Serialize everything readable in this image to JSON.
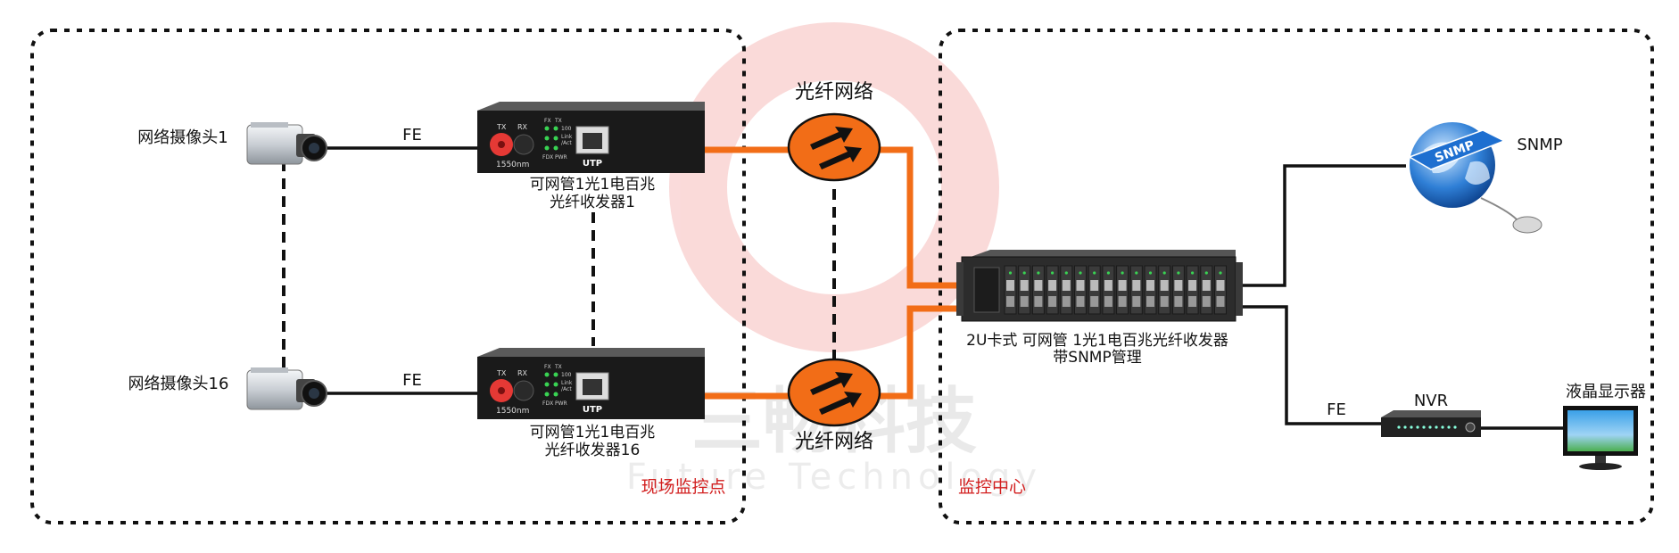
{
  "watermark": {
    "brand_text": "三畅科技",
    "sub_text": "Future Technology"
  },
  "zones": {
    "field": "现场监控点",
    "center": "监控中心"
  },
  "cameras": [
    {
      "label": "网络摄像头1",
      "link": "FE"
    },
    {
      "label": "网络摄像头16",
      "link": "FE"
    }
  ],
  "converters": [
    {
      "line1": "可网管1光1电百兆",
      "line2": "光纤收发器1",
      "port_tx": "TX",
      "port_rx": "RX",
      "wavelength": "1550nm",
      "utp": "UTP",
      "leds": [
        "FX",
        "TX",
        "100",
        "Link",
        "/Act",
        "FDX",
        "PWR"
      ]
    },
    {
      "line1": "可网管1光1电百兆",
      "line2": "光纤收发器16",
      "port_tx": "TX",
      "port_rx": "RX",
      "wavelength": "1550nm",
      "utp": "UTP",
      "leds": [
        "FX",
        "TX",
        "100",
        "Link",
        "/Act",
        "FDX",
        "PWR"
      ]
    }
  ],
  "networks": [
    {
      "label": "光纤网络"
    },
    {
      "label": "光纤网络"
    }
  ],
  "chassis": {
    "line1": "2U卡式 可网管 1光1电百兆光纤收发器",
    "line2": "带SNMP管理"
  },
  "snmp": {
    "label": "SNMP",
    "globe_text": "SNMP"
  },
  "nvr": {
    "label": "NVR",
    "link": "FE"
  },
  "monitor": {
    "label": "液晶显示器"
  },
  "colors": {
    "fiber": "#f26d17",
    "network_fill": "#f26d17",
    "zone_label": "#d21f1f",
    "chassis": "#2c2c2c"
  }
}
